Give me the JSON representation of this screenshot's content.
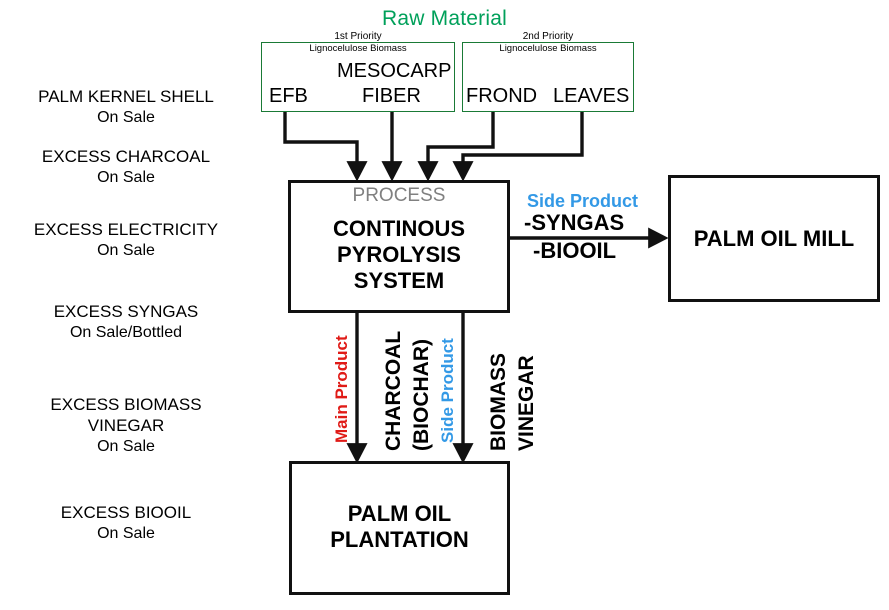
{
  "title": "Raw Material",
  "colors": {
    "title_green": "#00a05a",
    "box_green": "#1a7a36",
    "main_product_red": "#e01b17",
    "side_product_blue": "#3399e6",
    "process_gray": "#808080",
    "line_black": "#111111"
  },
  "raw_material": {
    "groups": [
      {
        "priority": "1st Priority",
        "biomass": "Lignocelulose Biomass",
        "items": [
          "EFB",
          "MESOCARP",
          "FIBER"
        ]
      },
      {
        "priority": "2nd Priority",
        "biomass": "Lignocelulose Biomass",
        "items": [
          "FROND",
          "LEAVES"
        ]
      }
    ]
  },
  "process": {
    "kicker": "PROCESS",
    "name_line1": "CONTINOUS",
    "name_line2": "PYROLYSIS",
    "name_line3": "SYSTEM"
  },
  "side_flow_right": {
    "label": "Side Product",
    "product1": "-SYNGAS",
    "product2": "-BIOOIL",
    "destination": "PALM OIL MILL"
  },
  "down_flows": [
    {
      "type": "Main Product",
      "product_line1": "CHARCOAL",
      "product_line2": "(BIOCHAR)"
    },
    {
      "type": "Side Product",
      "product_line1": "BIOMASS",
      "product_line2": "VINEGAR"
    }
  ],
  "plantation": {
    "line1": "PALM OIL",
    "line2": "PLANTATION"
  },
  "outputs": [
    {
      "name": "PALM KERNEL SHELL",
      "status": "On Sale"
    },
    {
      "name": "EXCESS CHARCOAL",
      "status": "On Sale"
    },
    {
      "name": "EXCESS ELECTRICITY",
      "status": "On Sale"
    },
    {
      "name": "EXCESS SYNGAS",
      "status": "On Sale/Bottled"
    },
    {
      "name": "EXCESS BIOMASS VINEGAR",
      "status": "On Sale"
    },
    {
      "name": "EXCESS BIOOIL",
      "status": "On Sale"
    }
  ]
}
